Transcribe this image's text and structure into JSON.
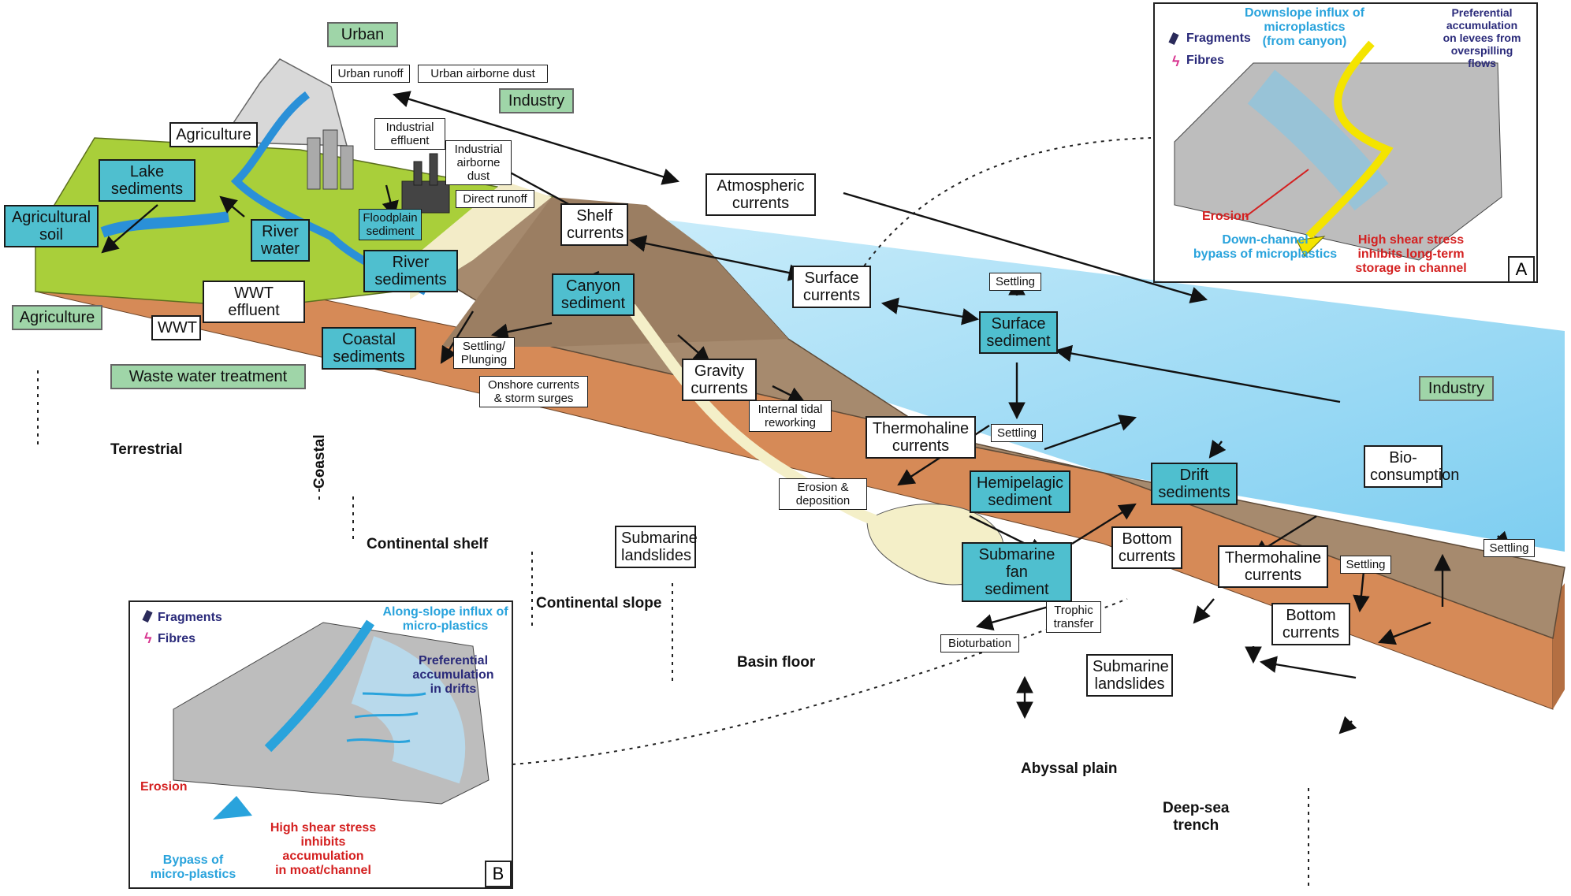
{
  "zones": {
    "terrestrial": "Terrestrial",
    "coastal": "Coastal",
    "continental_shelf": "Continental shelf",
    "continental_slope": "Continental slope",
    "basin_floor": "Basin floor",
    "abyssal_plain": "Abyssal plain",
    "deep_sea_trench": "Deep-sea\ntrench"
  },
  "sources": {
    "urban": "Urban",
    "industry_land": "Industry",
    "agriculture_src": "Agriculture",
    "waste_water": "Waste water treatment",
    "industry_sea": "Industry"
  },
  "labels": {
    "urban_runoff": "Urban runoff",
    "urban_dust": "Urban airborne dust",
    "agriculture": "Agriculture",
    "industrial_effluent": "Industrial\neffluent",
    "industrial_dust": "Industrial\nairborne\ndust",
    "direct_runoff": "Direct runoff",
    "lake_sediments": "Lake\nsediments",
    "agricultural_soil": "Agricultural\nsoil",
    "river_water": "River\nwater",
    "floodplain_sediment": "Floodplain\nsediment",
    "river_sediments": "River\nsediments",
    "wwt_effluent": "WWT effluent",
    "wwt": "WWT",
    "coastal_sediments": "Coastal\nsediments",
    "shelf_currents": "Shelf\ncurrents",
    "atmospheric_currents": "Atmospheric\ncurrents",
    "canyon_sediment": "Canyon\nsediment",
    "settling_plunging": "Settling/\nPlunging",
    "onshore_currents": "Onshore currents\n& storm surges",
    "gravity_currents": "Gravity\ncurrents",
    "internal_tidal": "Internal tidal\nreworking",
    "surface_currents": "Surface\ncurrents",
    "settling_1": "Settling",
    "surface_sediment": "Surface\nsediment",
    "thermohaline_1": "Thermohaline\ncurrents",
    "settling_2": "Settling",
    "hemipelagic": "Hemipelagic\nsediment",
    "drift_sediments": "Drift\nsediments",
    "erosion_deposition": "Erosion &\ndeposition",
    "submarine_landslides_1": "Submarine\nlandslides",
    "submarine_fan": "Submarine fan\nsediment",
    "bottom_currents_1": "Bottom\ncurrents",
    "trophic_transfer": "Trophic\ntransfer",
    "bioturbation": "Bioturbation",
    "submarine_landslides_2": "Submarine\nlandslides",
    "bio_consumption": "Bio-\nconsumption",
    "thermohaline_2": "Thermohaline\ncurrents",
    "settling_3": "Settling",
    "settling_4": "Settling",
    "bottom_currents_2": "Bottom\ncurrents"
  },
  "inset_a": {
    "letter": "A",
    "downslope_influx": "Downslope influx of microplastics\n(from canyon)",
    "preferential": "Preferential\naccumulation\non levees from\noverspilling\nflows",
    "fragments": "Fragments",
    "fibres": "Fibres",
    "erosion": "Erosion",
    "bypass": "Down-channel\nbypass of microplastics",
    "shear": "High shear stress\ninhibits long-term\nstorage in channel"
  },
  "inset_b": {
    "letter": "B",
    "fragments": "Fragments",
    "fibres": "Fibres",
    "influx": "Along-slope influx of\nmicro-plastics",
    "preferential": "Preferential\naccumulation\nin drifts",
    "erosion": "Erosion",
    "shear": "High shear stress\ninhibits accumulation\nin moat/channel",
    "bypass": "Bypass of\nmicro-plastics"
  },
  "colors": {
    "land_green": "#a9cf3a",
    "crust_orange": "#d68a57",
    "seabed_brown": "#a68a6e",
    "ocean_blue": "#8fd3f2",
    "teal_box": "#4fbfcf",
    "source_green": "#9fd5a8",
    "fragment_navy": "#2a2a5a",
    "fibre_magenta": "#d8338f",
    "flow_yellow": "#f4e400",
    "flow_blue": "#29a3dc",
    "erosion_red": "#d42020"
  }
}
